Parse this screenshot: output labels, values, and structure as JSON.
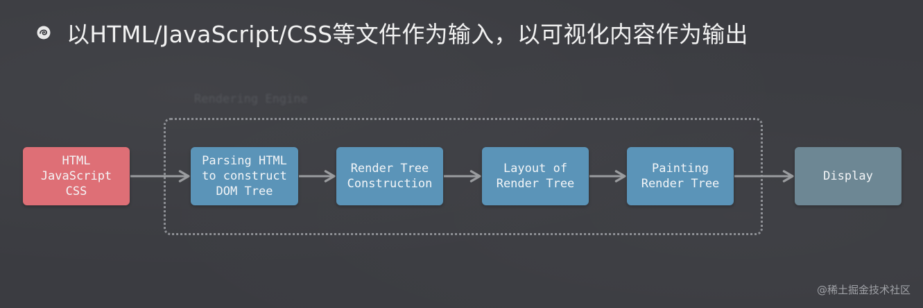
{
  "slide": {
    "heading": "以HTML/JavaScript/CSS等文件作为输入，以可视化内容作为输出",
    "bullet_icon": "swirl-bullet-icon"
  },
  "diagram": {
    "group_label": "Rendering Engine",
    "nodes": [
      {
        "id": "input",
        "label": "HTML\nJavaScript\nCSS",
        "color": "#de6f76"
      },
      {
        "id": "parse",
        "label": "Parsing HTML\nto construct\nDOM Tree",
        "color": "#5b94b8"
      },
      {
        "id": "render_tree",
        "label": "Render Tree\nConstruction",
        "color": "#5b94b8"
      },
      {
        "id": "layout",
        "label": "Layout of\nRender Tree",
        "color": "#5b94b8"
      },
      {
        "id": "paint",
        "label": "Painting\nRender Tree",
        "color": "#5b94b8"
      },
      {
        "id": "display",
        "label": "Display",
        "color": "#6d8794"
      }
    ],
    "edges": [
      {
        "from": "input",
        "to": "parse"
      },
      {
        "from": "parse",
        "to": "render_tree"
      },
      {
        "from": "render_tree",
        "to": "layout"
      },
      {
        "from": "layout",
        "to": "paint"
      },
      {
        "from": "paint",
        "to": "display"
      }
    ],
    "arrow_color": "#9a9c9f"
  },
  "watermark": "@稀土掘金技术社区"
}
